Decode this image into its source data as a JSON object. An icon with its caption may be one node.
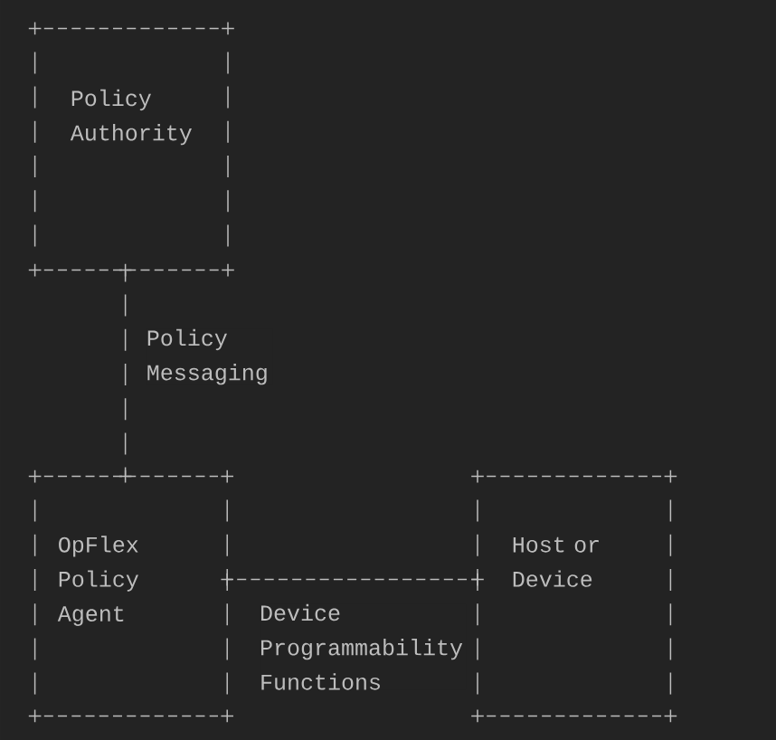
{
  "diagram": {
    "nodes": [
      {
        "text": [
          "Policy Authority"
        ]
      },
      {
        "text": [
          "OpFlex Policy Agent"
        ]
      },
      {
        "text": [
          "Host or Device"
        ]
      }
    ],
    "edges": [
      {
        "from": 0,
        "to": 1,
        "arrow": "none",
        "label": "Policy Messaging"
      },
      {
        "from": 1,
        "to": 2,
        "arrow": "none",
        "label": "Device Programmability Functions"
      }
    ]
  }
}
